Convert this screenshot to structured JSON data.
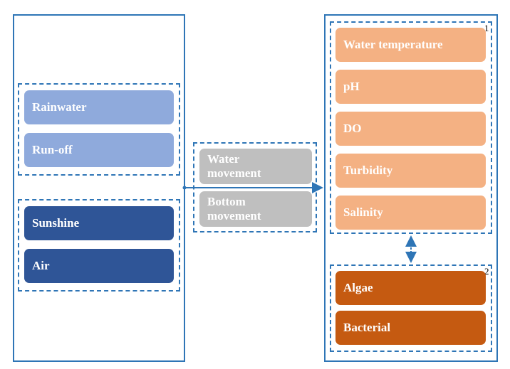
{
  "left_panel": {
    "group_a": [
      "Rainwater",
      "Run-off"
    ],
    "group_b": [
      "Sunshine",
      "Air"
    ]
  },
  "middle_panel": {
    "items": [
      "Water movement",
      "Bottom movement"
    ]
  },
  "right_panel": {
    "group_1": {
      "number": "1",
      "items": [
        "Water temperature",
        "pH",
        "DO",
        "Turbidity",
        "Salinity"
      ]
    },
    "group_2": {
      "number": "2",
      "items": [
        "Algae",
        "Bacterial"
      ]
    }
  },
  "colors": {
    "border": "#2e75b6",
    "light_blue": "#8faadc",
    "dark_blue": "#2f5597",
    "grey": "#bfbfbf",
    "peach": "#f4b183",
    "orange": "#c55a11"
  }
}
